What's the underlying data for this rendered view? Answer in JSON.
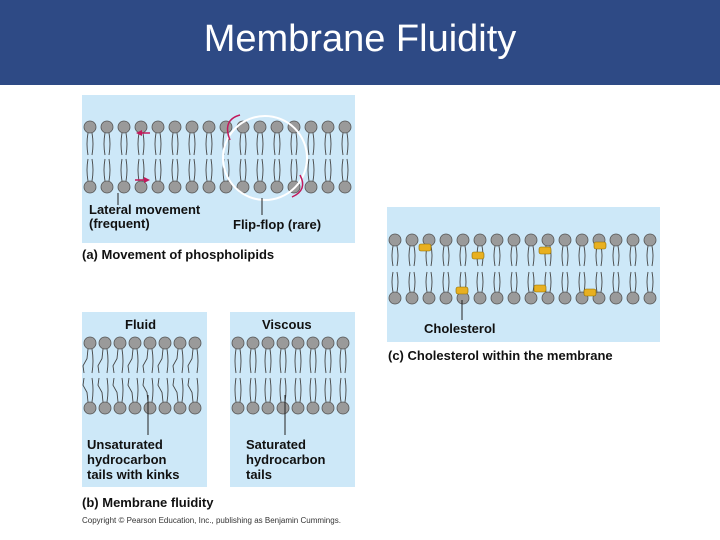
{
  "slide": {
    "title": "Membrane Fluidity"
  },
  "panel_a": {
    "label_lateral": "Lateral movement\n(frequent)",
    "label_flipflop": "Flip-flop (rare)",
    "caption_tag": "(a)",
    "caption_text": "Movement of phospholipids"
  },
  "panel_b": {
    "fluid_title": "Fluid",
    "viscous_title": "Viscous",
    "label_unsaturated": "Unsaturated\nhydrocarbon\ntails with kinks",
    "label_saturated": "Saturated\nhydrocarbon\ntails",
    "caption_tag": "(b)",
    "caption_text": "Membrane fluidity"
  },
  "panel_c": {
    "label_cholesterol": "Cholesterol",
    "caption_tag": "(c)",
    "caption_text": "Cholesterol within the membrane"
  },
  "copyright": "Copyright © Pearson Education, Inc., publishing as Benjamin Cummings.",
  "colors": {
    "header": "#2e4a85",
    "panel": "#cde8f8",
    "head_gray": "#9a9a9a",
    "arrow_magenta": "#c2185b",
    "cholesterol": "#e8b020"
  }
}
